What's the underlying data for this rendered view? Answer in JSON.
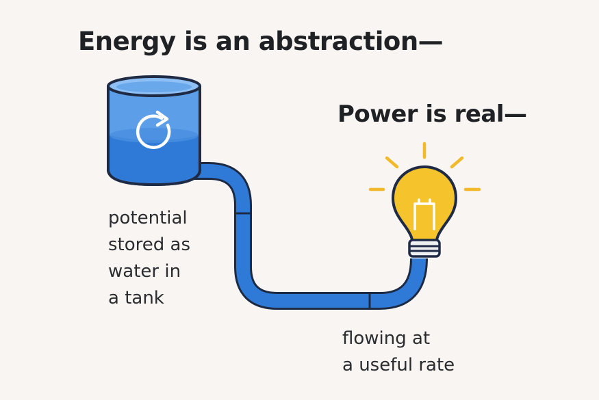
{
  "headings": {
    "energy": "Energy is an abstraction—",
    "power": "Power is real—"
  },
  "captions": {
    "tank": "potential\nstored as\nwater in\na tank",
    "flow": "flowing at\na useful rate"
  },
  "icons": {
    "tank": "water-tank-icon",
    "cycle": "refresh-cycle-icon",
    "pipe": "pipe-icon",
    "bulb": "light-bulb-icon"
  },
  "colors": {
    "background": "#f8f5f2",
    "water_blue": "#2f7ad6",
    "tank_light": "#5c9ee8",
    "tank_outline": "#1f2a44",
    "bulb_yellow": "#f5c32c",
    "rays": "#f2b92b",
    "text": "#1f2125"
  }
}
